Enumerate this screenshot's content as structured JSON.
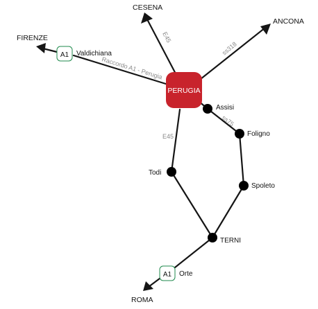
{
  "hub": {
    "label": "PERUGIA",
    "color": "#c8232c"
  },
  "destinations": {
    "cesena": "CESENA",
    "ancona": "ANCONA",
    "firenze": "FIRENZE",
    "roma": "ROMA"
  },
  "cities": {
    "assisi": "Assisi",
    "foligno": "Foligno",
    "spoleto": "Spoleto",
    "todi": "Todi",
    "terni": "TERNI"
  },
  "roads": {
    "e45_north": "E45",
    "e45_south": "E45",
    "ss318": "ss318",
    "ss75": "ss75",
    "raccordo": "Raccordo A1 - Perugia"
  },
  "badges": {
    "valdichiana": {
      "code": "A1",
      "label": "Valdichiana"
    },
    "orte": {
      "code": "A1",
      "label": "Orte"
    }
  },
  "colors": {
    "badge_border": "#1f8a4c",
    "road": "#151515",
    "road_label": "#8a8a8a"
  }
}
